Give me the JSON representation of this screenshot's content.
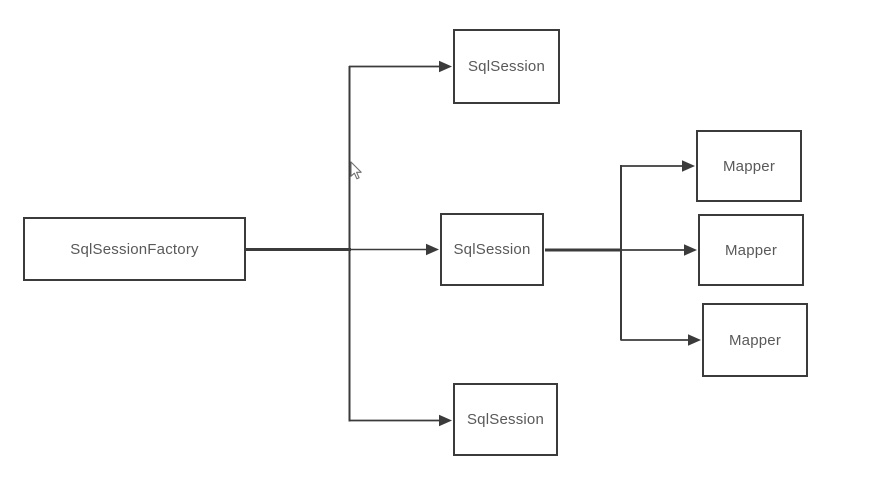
{
  "diagram": {
    "nodes": [
      {
        "id": "sqlsessionfactory",
        "label": "SqlSessionFactory"
      },
      {
        "id": "sqlsession-top",
        "label": "SqlSession"
      },
      {
        "id": "sqlsession-middle",
        "label": "SqlSession"
      },
      {
        "id": "sqlsession-bottom",
        "label": "SqlSession"
      },
      {
        "id": "mapper-top",
        "label": "Mapper"
      },
      {
        "id": "mapper-middle",
        "label": "Mapper"
      },
      {
        "id": "mapper-bottom",
        "label": "Mapper"
      }
    ],
    "edges": [
      {
        "from": "sqlsessionfactory",
        "to": "sqlsession-top"
      },
      {
        "from": "sqlsessionfactory",
        "to": "sqlsession-middle"
      },
      {
        "from": "sqlsessionfactory",
        "to": "sqlsession-bottom"
      },
      {
        "from": "sqlsession-middle",
        "to": "mapper-top"
      },
      {
        "from": "sqlsession-middle",
        "to": "mapper-middle"
      },
      {
        "from": "sqlsession-middle",
        "to": "mapper-bottom"
      }
    ],
    "colors": {
      "line": "#3b3b3b",
      "box_border": "#3b3b3b",
      "box_fill": "#ffffff",
      "text": "#595959",
      "background": "#ffffff"
    }
  }
}
